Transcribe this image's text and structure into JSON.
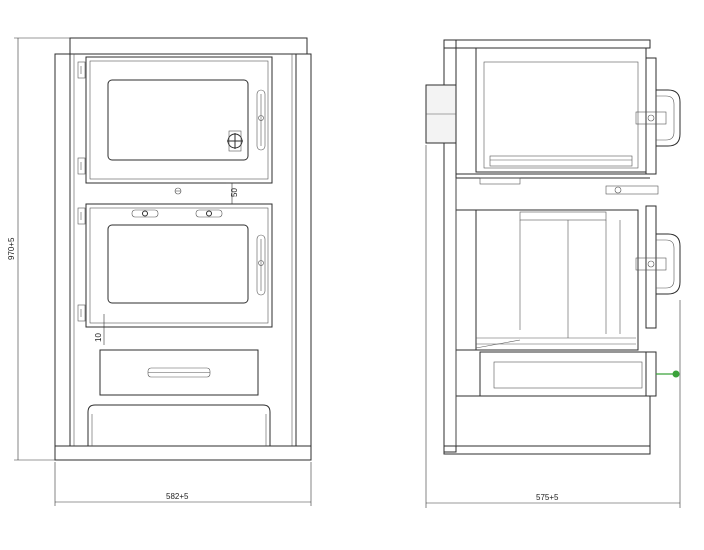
{
  "dimensions": {
    "front_height": "970+5",
    "front_width": "582+5",
    "side_depth": "575+5",
    "gap_label": "50",
    "offset_label": "10"
  },
  "colors": {
    "line": "#2e2e2e",
    "accent_green": "#3aa23a"
  }
}
